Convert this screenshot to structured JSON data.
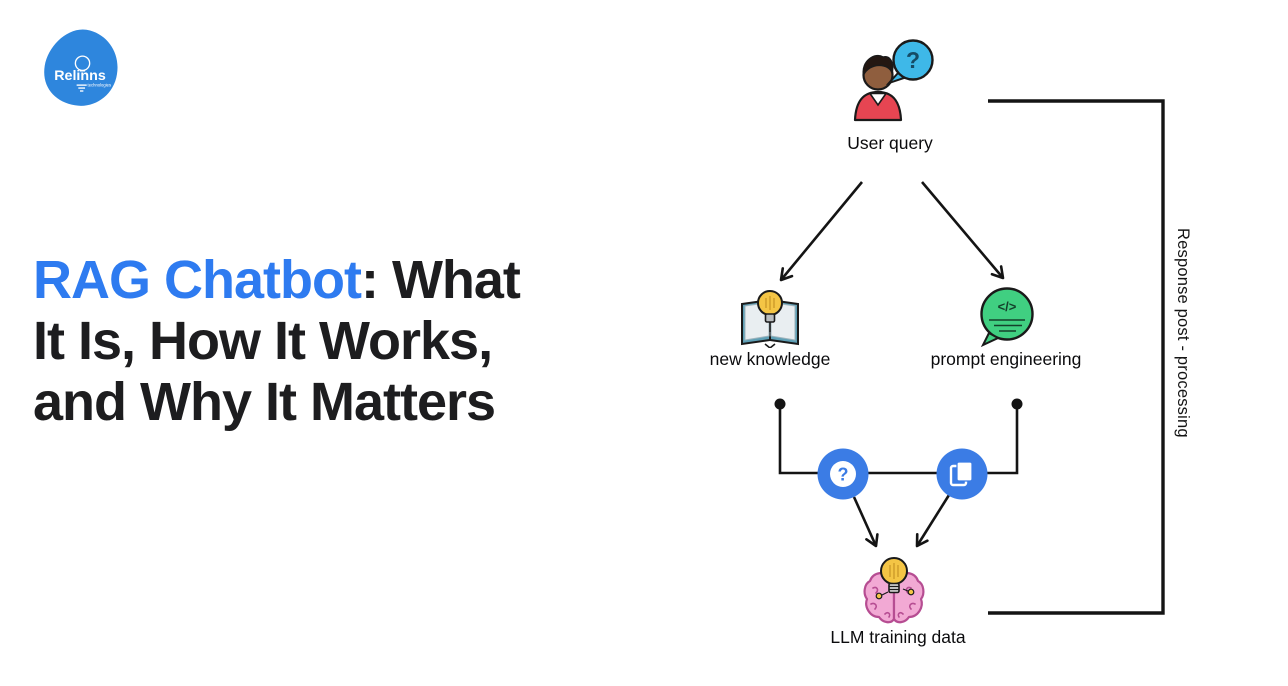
{
  "logo": {
    "brand": "Relinns",
    "sub": "technologies",
    "blob_color": "#2e86dd",
    "icon": "lightbulb-icon"
  },
  "title": {
    "highlight": "RAG Chatbot",
    "rest": ": What It Is, How It Works, and Why It Matters",
    "highlight_color": "#2e7bf0",
    "text_color": "#1d1d1f"
  },
  "diagram": {
    "nodes": {
      "user_query": {
        "label": "User query",
        "icon": "person-question-bubble-icon"
      },
      "new_knowledge": {
        "label": "new knowledge",
        "icon": "book-lightbulb-icon"
      },
      "prompt_engineering": {
        "label": "prompt engineering",
        "icon": "code-speech-bubble-icon"
      },
      "llm_training_data": {
        "label": "LLM training data",
        "icon": "brain-lightbulb-icon"
      }
    },
    "edges": [
      {
        "from": "user_query",
        "to": "new_knowledge",
        "style": "arrow"
      },
      {
        "from": "user_query",
        "to": "prompt_engineering",
        "style": "arrow"
      },
      {
        "from": "new_knowledge",
        "to": "merge-bar",
        "style": "line-with-dot"
      },
      {
        "from": "prompt_engineering",
        "to": "merge-bar",
        "style": "line-with-dot"
      },
      {
        "from": "question-badge",
        "to": "llm_training_data",
        "style": "arrow"
      },
      {
        "from": "copy-badge",
        "to": "llm_training_data",
        "style": "arrow"
      },
      {
        "from": "user_query",
        "to": "llm_training_data",
        "style": "side-bracket"
      }
    ],
    "badges": {
      "question": {
        "icon": "question-mark-icon"
      },
      "copy": {
        "icon": "copy-pages-icon"
      },
      "circle_color": "#3b7ce5"
    },
    "side_label": "Response post - processing",
    "line_color": "#141414"
  },
  "glyphs": {
    "question_mark": "?",
    "code": "</>"
  },
  "colors": {
    "accent_blue": "#2e7bf0",
    "badge_blue": "#3b7ce5",
    "logo_blue": "#2e86dd",
    "bubble_cyan": "#3eb8e8",
    "green": "#40cf81",
    "bulb_yellow": "#f4c545",
    "brain_pink": "#f2a9d4",
    "shirt_red": "#e64552",
    "ink": "#141414"
  }
}
